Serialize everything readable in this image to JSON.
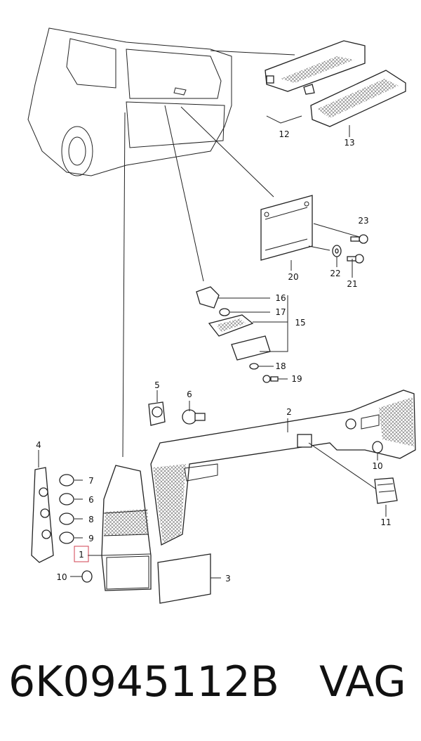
{
  "diagram": {
    "callouts": [
      "1",
      "2",
      "3",
      "4",
      "5",
      "6",
      "7",
      "6",
      "8",
      "9",
      "10",
      "10",
      "11",
      "12",
      "13",
      "15",
      "16",
      "17",
      "18",
      "19",
      "20",
      "21",
      "22",
      "23"
    ]
  },
  "caption": {
    "part_number": "6K0945112B",
    "brand": "VAG"
  }
}
